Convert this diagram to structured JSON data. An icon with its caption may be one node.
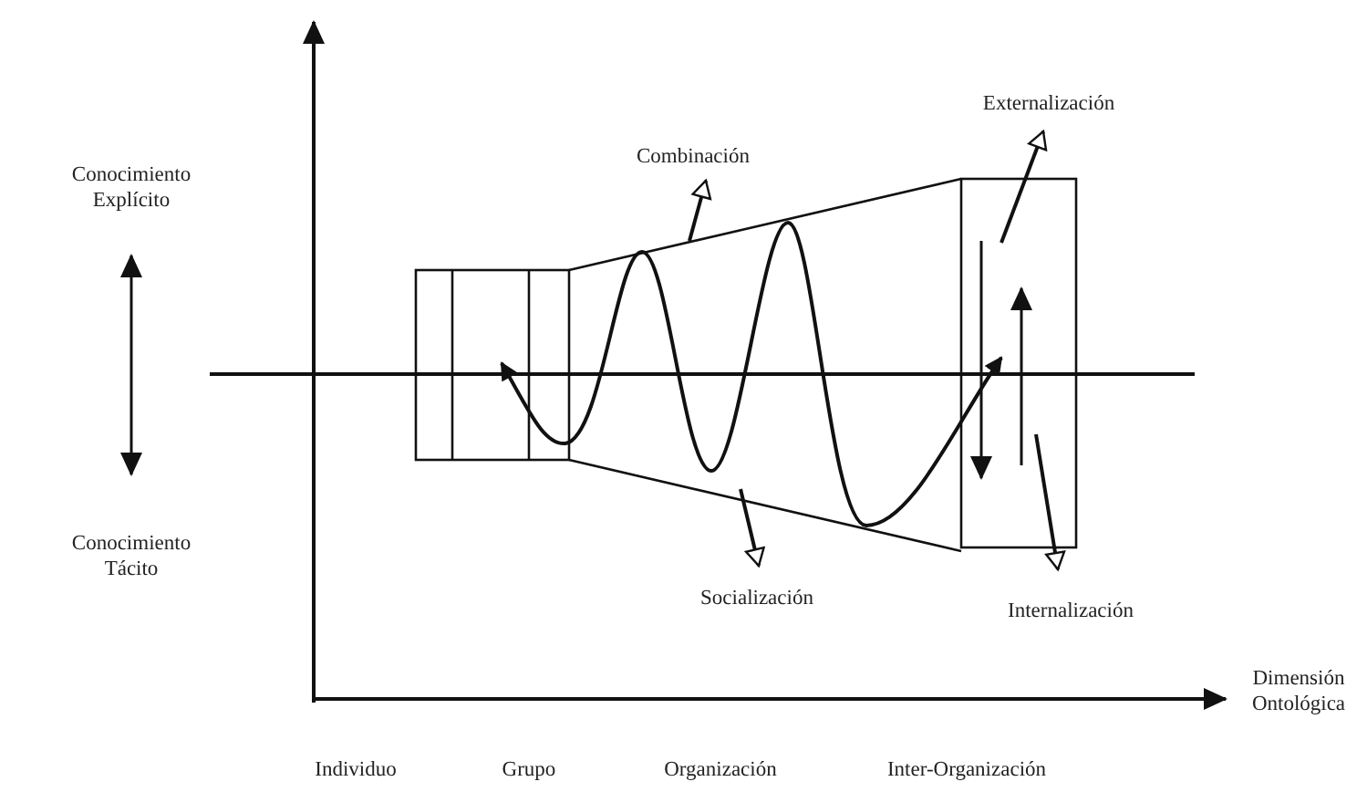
{
  "diagram": {
    "labels": [
      "Externalización",
      "Combinación",
      "Conocimiento Explícito",
      "Conocimiento Tácito",
      "Socialización",
      "Internalización",
      "Dimensión Ontológica",
      "Individuo",
      "Grupo",
      "Organización",
      "Inter-Organización"
    ]
  }
}
